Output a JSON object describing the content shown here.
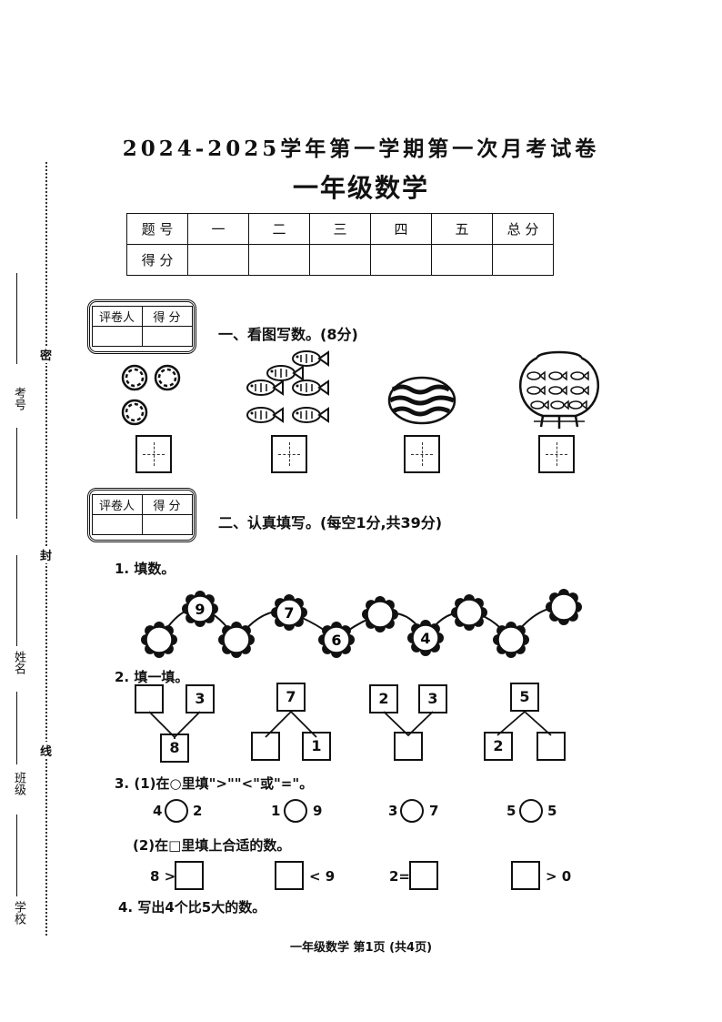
{
  "header": {
    "title": "2024-2025学年第一学期第一次月考试卷",
    "subtitle": "一年级数学"
  },
  "score_table": {
    "row1": [
      "题 号",
      "一",
      "二",
      "三",
      "四",
      "五",
      "总 分"
    ],
    "row2_label": "得 分"
  },
  "grader_box": {
    "reviewer": "评卷人",
    "score": "得 分"
  },
  "margin": {
    "seal_chars": [
      "密",
      "封",
      "线"
    ],
    "fields": [
      "考号",
      "姓名",
      "班级",
      "学校"
    ]
  },
  "section1": {
    "heading": "一、看图写数。(8分)"
  },
  "section2": {
    "heading": "二、认真填写。(每空1分,共39分)",
    "q1": {
      "label": "1. 填数。",
      "flowers": [
        "",
        "9",
        "",
        "7",
        "6",
        "",
        "4",
        "",
        "",
        ""
      ]
    },
    "q2": {
      "label": "2. 填一填。",
      "groups": [
        {
          "top": [
            "",
            "3"
          ],
          "bottom": [
            "8"
          ]
        },
        {
          "top": [
            "7"
          ],
          "bottom": [
            "",
            "1"
          ]
        },
        {
          "top": [
            "2",
            "3"
          ],
          "bottom": [
            ""
          ]
        },
        {
          "top": [
            "5"
          ],
          "bottom": [
            "2",
            ""
          ]
        }
      ]
    },
    "q3": {
      "label1": "3. (1)在○里填\">\"\"<\"或\"=\"。",
      "compare": [
        {
          "left": "4",
          "right": "2"
        },
        {
          "left": "1",
          "right": "9"
        },
        {
          "left": "3",
          "right": "7"
        },
        {
          "left": "5",
          "right": "5"
        }
      ],
      "label2": "(2)在□里填上合适的数。",
      "fill": [
        {
          "before": "8 >",
          "after": ""
        },
        {
          "before": "",
          "after": "< 9"
        },
        {
          "before": "2=",
          "after": ""
        },
        {
          "before": "",
          "after": "> 0"
        }
      ]
    },
    "q4": {
      "label": "4. 写出4个比5大的数。"
    }
  },
  "footer": "一年级数学   第1页 (共4页)"
}
